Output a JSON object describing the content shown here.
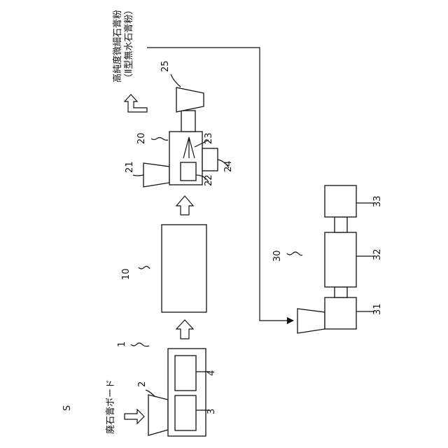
{
  "figure_label": "S",
  "input_label": "廃石膏ボード",
  "output_label_line1": "高純度微細石膏粉",
  "output_label_line2": "（Ⅱ型無水石膏粉）",
  "refs": {
    "r1": "1",
    "r2": "2",
    "r3": "3",
    "r4": "4",
    "r10": "10",
    "r20": "20",
    "r21": "21",
    "r22": "22",
    "r23": "23",
    "r24": "24",
    "r25": "25",
    "r30": "30",
    "r31": "31",
    "r32": "32",
    "r33": "33"
  }
}
